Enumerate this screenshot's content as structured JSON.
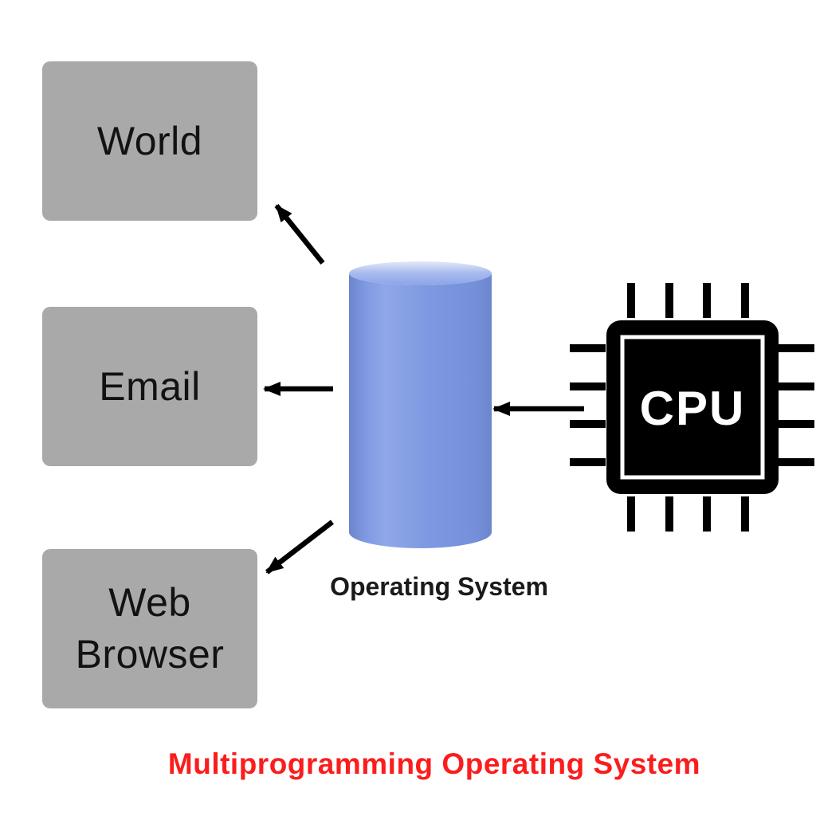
{
  "caption": {
    "text": "Multiprogramming Operating System",
    "color": "#fb1d1d"
  },
  "program_boxes": [
    {
      "label": "World"
    },
    {
      "label": "Email"
    },
    {
      "label": "Web Browser"
    }
  ],
  "os_cylinder": {
    "label": "Operating System"
  },
  "cpu": {
    "label": "CPU"
  },
  "connections": [
    {
      "from": "operating-system",
      "to": "world"
    },
    {
      "from": "operating-system",
      "to": "email"
    },
    {
      "from": "operating-system",
      "to": "web-browser"
    },
    {
      "from": "cpu",
      "to": "operating-system"
    }
  ],
  "colors": {
    "box_fill": "#a9a9a9",
    "box_text": "#121212",
    "cylinder_main": "#7d98e0",
    "cylinder_edge": "#6c86cd",
    "cylinder_top": "#9db1ea",
    "arrow": "#000000",
    "cpu_fill": "#000000",
    "cpu_text": "#ffffff",
    "caption_red": "#fb1d1d",
    "background": "#ffffff"
  }
}
